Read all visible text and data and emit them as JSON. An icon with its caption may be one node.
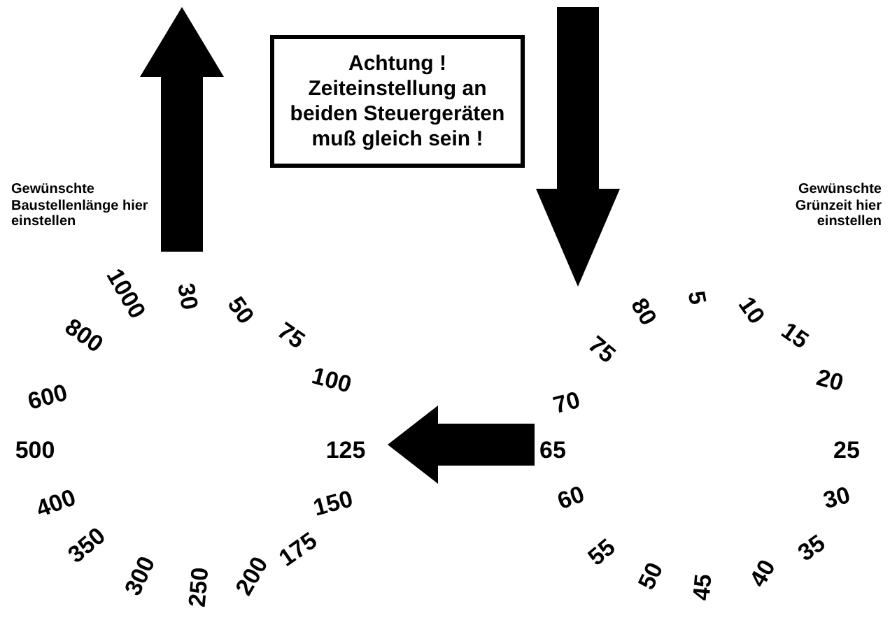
{
  "diagram": {
    "nodes": [
      {
        "text": [
          "Achtung ! Zeiteinstellung an beiden Steuergeräten muß gleich sein !"
        ]
      },
      {
        "text": [],
        "shape": "circle"
      },
      {
        "text": [],
        "shape": "circle"
      }
    ],
    "edges": [
      {
        "from": 2,
        "to": 1,
        "arrow": "to"
      }
    ],
    "labels": [
      "Gewünschte Baustellenlänge hier einstellen",
      "Gewünschte Grünzeit hier einstellen",
      "1000",
      "30",
      "50",
      "75",
      "100",
      "125",
      "150",
      "175",
      "200",
      "250",
      "300",
      "350",
      "400",
      "500",
      "600",
      "800",
      "80",
      "5",
      "10",
      "15",
      "20",
      "25",
      "30",
      "35",
      "40",
      "45",
      "50",
      "55",
      "60",
      "65",
      "70",
      "75"
    ]
  }
}
